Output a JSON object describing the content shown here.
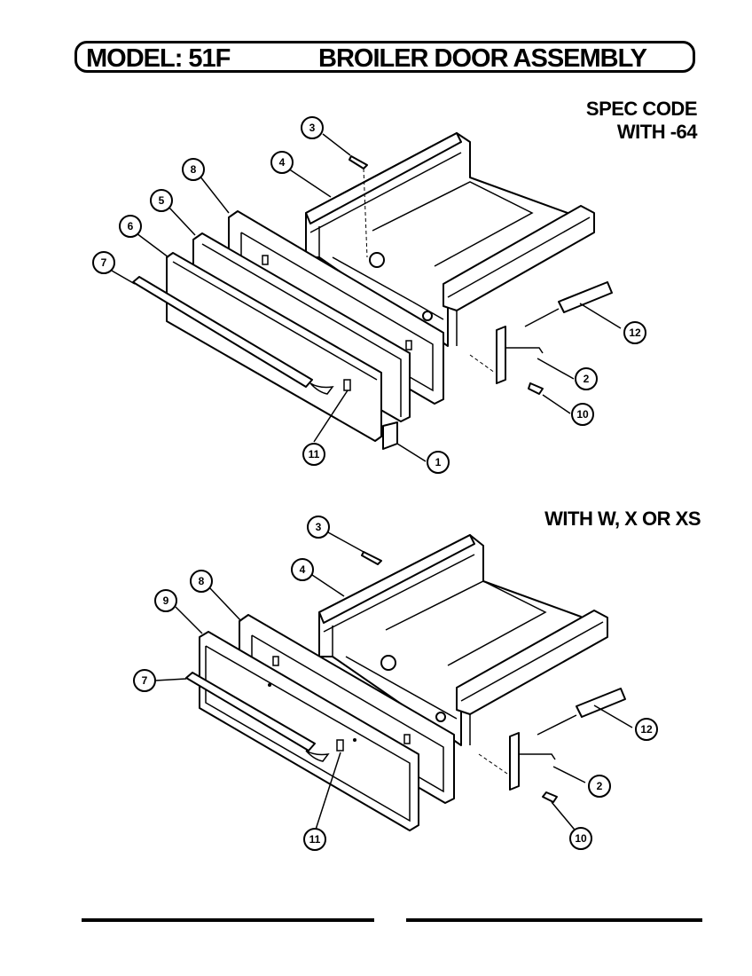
{
  "header": {
    "model_label": "MODEL: 51F",
    "assembly_title": "BROILER DOOR ASSEMBLY"
  },
  "views": [
    {
      "caption_lines": [
        "SPEC CODE",
        "WITH -64"
      ],
      "callouts": [
        "1",
        "2",
        "3",
        "4",
        "5",
        "6",
        "7",
        "8",
        "10",
        "11",
        "12"
      ]
    },
    {
      "caption_lines": [
        "WITH W, X OR XS"
      ],
      "callouts": [
        "2",
        "3",
        "4",
        "7",
        "8",
        "9",
        "10",
        "11",
        "12"
      ]
    }
  ]
}
